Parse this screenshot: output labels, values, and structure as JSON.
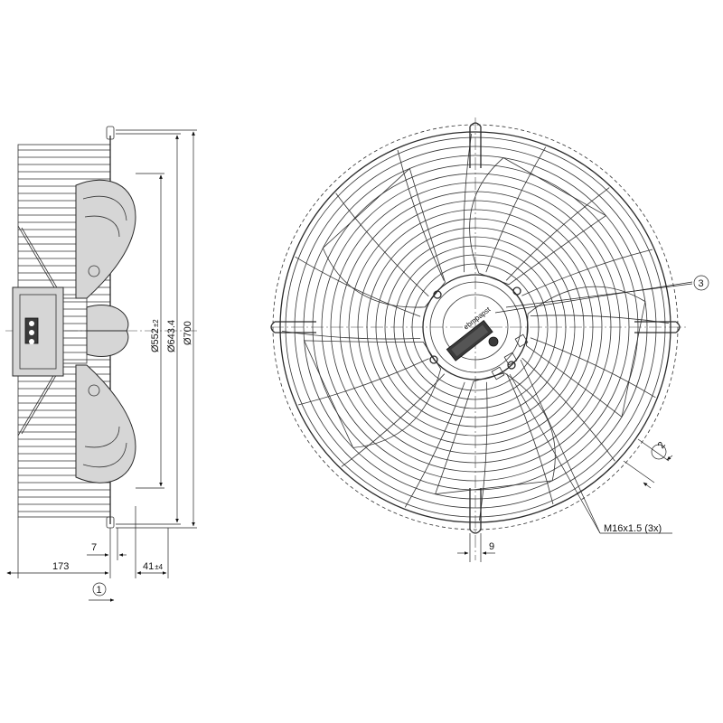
{
  "side_view": {
    "diameters": {
      "inner": "Ø552",
      "inner_tol": "±2",
      "mid": "Ø643.4",
      "outer": "Ø700"
    },
    "widths": {
      "total": "173",
      "gap": "7",
      "front": "41",
      "front_tol": "±4"
    },
    "airflow_callout": "1"
  },
  "front_view": {
    "callout_3": "3",
    "callout_2": "2",
    "thread": "M16x1.5 (3x)",
    "bracket_width": "9",
    "label_text": "ebmpapst"
  }
}
